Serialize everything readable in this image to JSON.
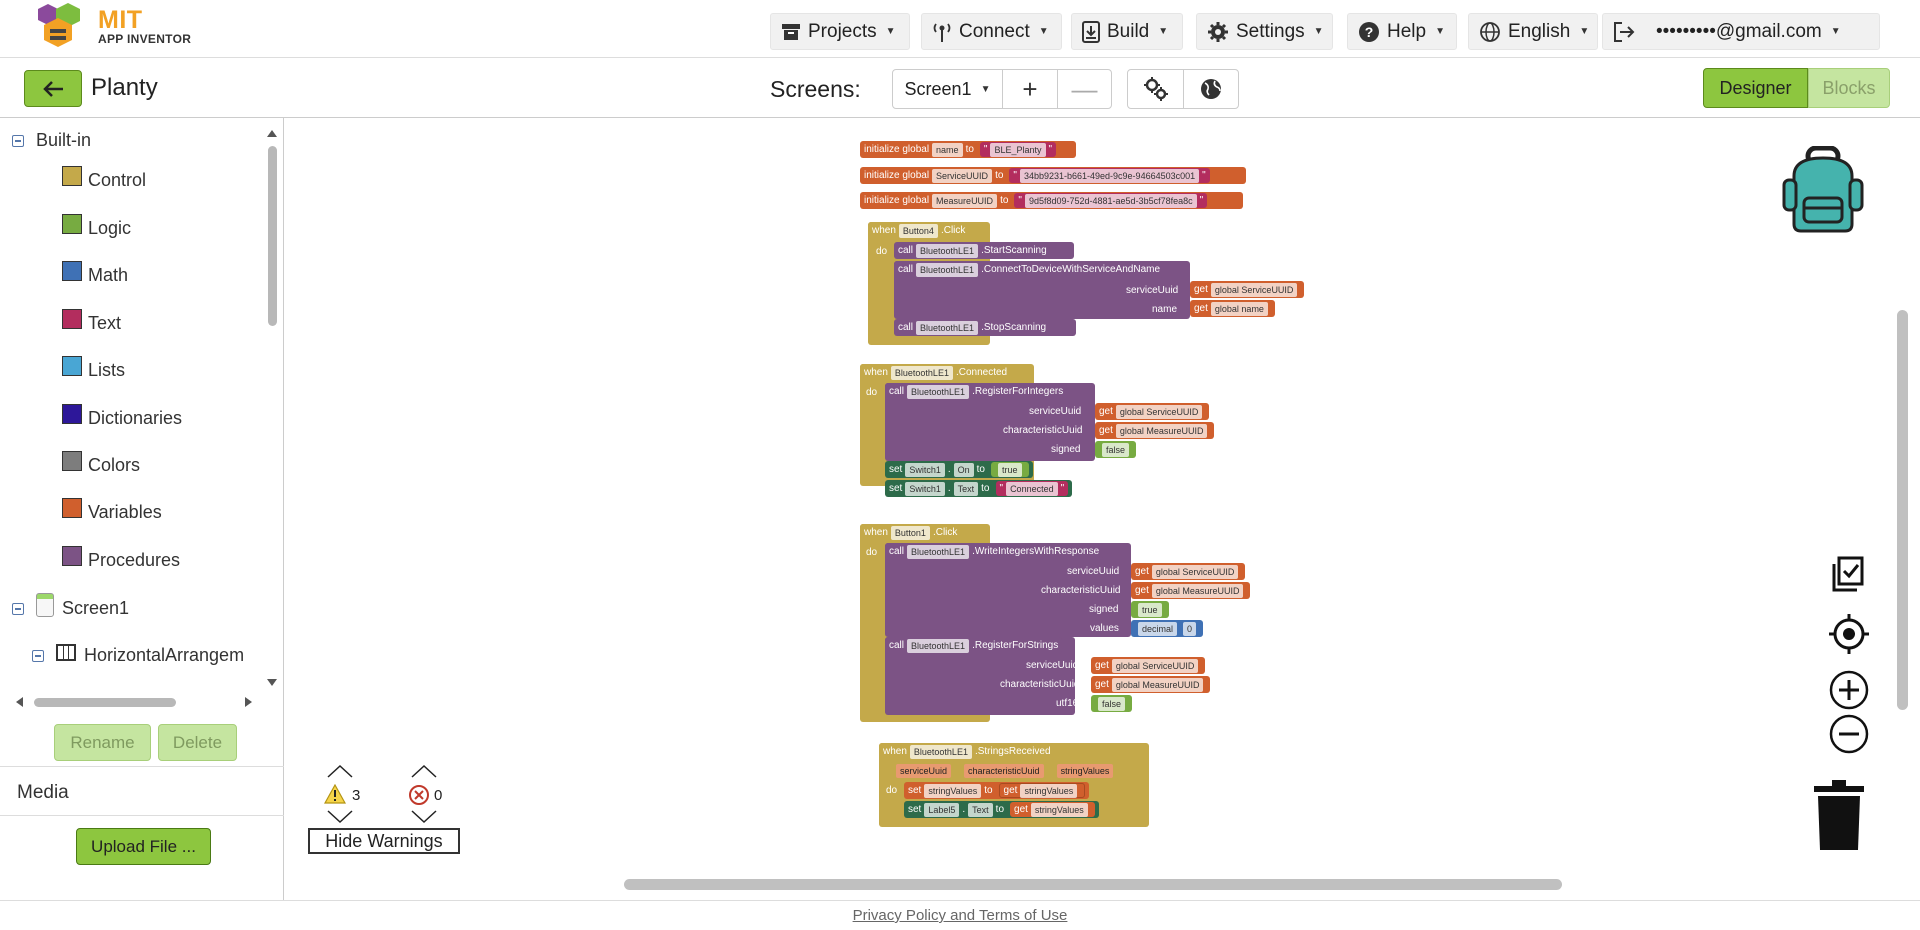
{
  "app": {
    "logo_title": "MIT",
    "logo_subtitle": "APP INVENTOR"
  },
  "menu": {
    "projects": "Projects",
    "connect": "Connect",
    "build": "Build",
    "settings": "Settings",
    "help": "Help",
    "language": "English",
    "user": "•••••••••@gmail.com"
  },
  "project": {
    "name": "Planty",
    "screens_label": "Screens:",
    "selected_screen": "Screen1",
    "add": "+",
    "remove": "—",
    "designer": "Designer",
    "blocks": "Blocks"
  },
  "sidebar": {
    "builtin_label": "Built-in",
    "builtin_items": [
      {
        "label": "Control",
        "color": "#c4a94a"
      },
      {
        "label": "Logic",
        "color": "#77ab41"
      },
      {
        "label": "Math",
        "color": "#3f71b5"
      },
      {
        "label": "Text",
        "color": "#b32d5e"
      },
      {
        "label": "Lists",
        "color": "#49a6d4"
      },
      {
        "label": "Dictionaries",
        "color": "#2d1799"
      },
      {
        "label": "Colors",
        "color": "#7d7d7d"
      },
      {
        "label": "Variables",
        "color": "#d05f2d"
      },
      {
        "label": "Procedures",
        "color": "#7c5385"
      }
    ],
    "components": [
      {
        "label": "Screen1"
      },
      {
        "label": "HorizontalArrangem"
      }
    ],
    "rename": "Rename",
    "delete": "Delete",
    "media": "Media",
    "upload": "Upload File ..."
  },
  "warnings": {
    "warning_count": "3",
    "error_count": "0",
    "hide_label": "Hide Warnings"
  },
  "blocks": {
    "init": "initialize global",
    "to": "to",
    "when": "when",
    "do": "do",
    "call": "call",
    "set": "set",
    "get": "get",
    "g1_name": "name",
    "g1_value": "BLE_Planty",
    "g2_name": "ServiceUUID",
    "g2_value": "34bb9231-b661-49ed-9c9e-94664503c001",
    "g3_name": "MeasureUUID",
    "g3_value": "9d5f8d09-752d-4881-ae5d-3b5cf78fea8c",
    "button4": "Button4",
    "button1": "Button1",
    "click": ".Click",
    "ble": "BluetoothLE1",
    "start_scanning": ".StartScanning",
    "connect_method": ".ConnectToDeviceWithServiceAndName",
    "stop_scanning": ".StopScanning",
    "connected": ".Connected",
    "register_integers": ".RegisterForIntegers",
    "write_integers": ".WriteIntegersWithResponse",
    "register_strings": ".RegisterForStrings",
    "strings_received": ".StringsReceived",
    "service_uuid_param": "serviceUuid",
    "name_param": "name",
    "characteristic_param": "characteristicUuid",
    "signed_param": "signed",
    "values_param": "values",
    "utf16_param": "utf16",
    "global_service": "global ServiceUUID",
    "global_measure": "global MeasureUUID",
    "global_name": "global name",
    "false": "false",
    "true": "true",
    "decimal": "decimal",
    "zero": "0",
    "switch1": "Switch1",
    "on_prop": "On",
    "text_prop": "Text",
    "connected_text": "Connected",
    "label5": "Label5",
    "string_values": "stringValues",
    "characteristic_uuid": "characteristicUuid",
    "service_uuid": "serviceUuid"
  },
  "footer": {
    "link": "Privacy Policy and Terms of Use"
  }
}
